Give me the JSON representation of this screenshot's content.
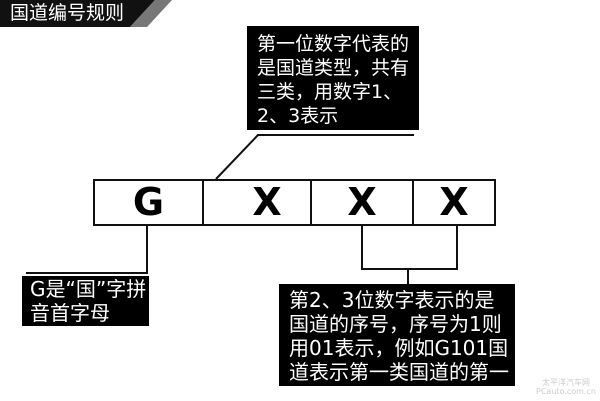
{
  "title": "国道编号规则",
  "code_cells": [
    "G",
    "X",
    "X",
    "X"
  ],
  "callouts": {
    "top": "第一位数字代表的是国道类型，共有三类，用数字1、2、3表示",
    "left": "G是“国”字拼音首字母",
    "right": "第2、3位数字表示的是国道的序号，序号为1则用01表示，例如G101国道表示第一类国道的第一条"
  },
  "watermark": {
    "line1": "太平洋汽车网",
    "line2": "PCauto.com.cn"
  },
  "colors": {
    "callout_bg": "#000000",
    "title_bg": "#111111",
    "stripe": "#777777"
  }
}
